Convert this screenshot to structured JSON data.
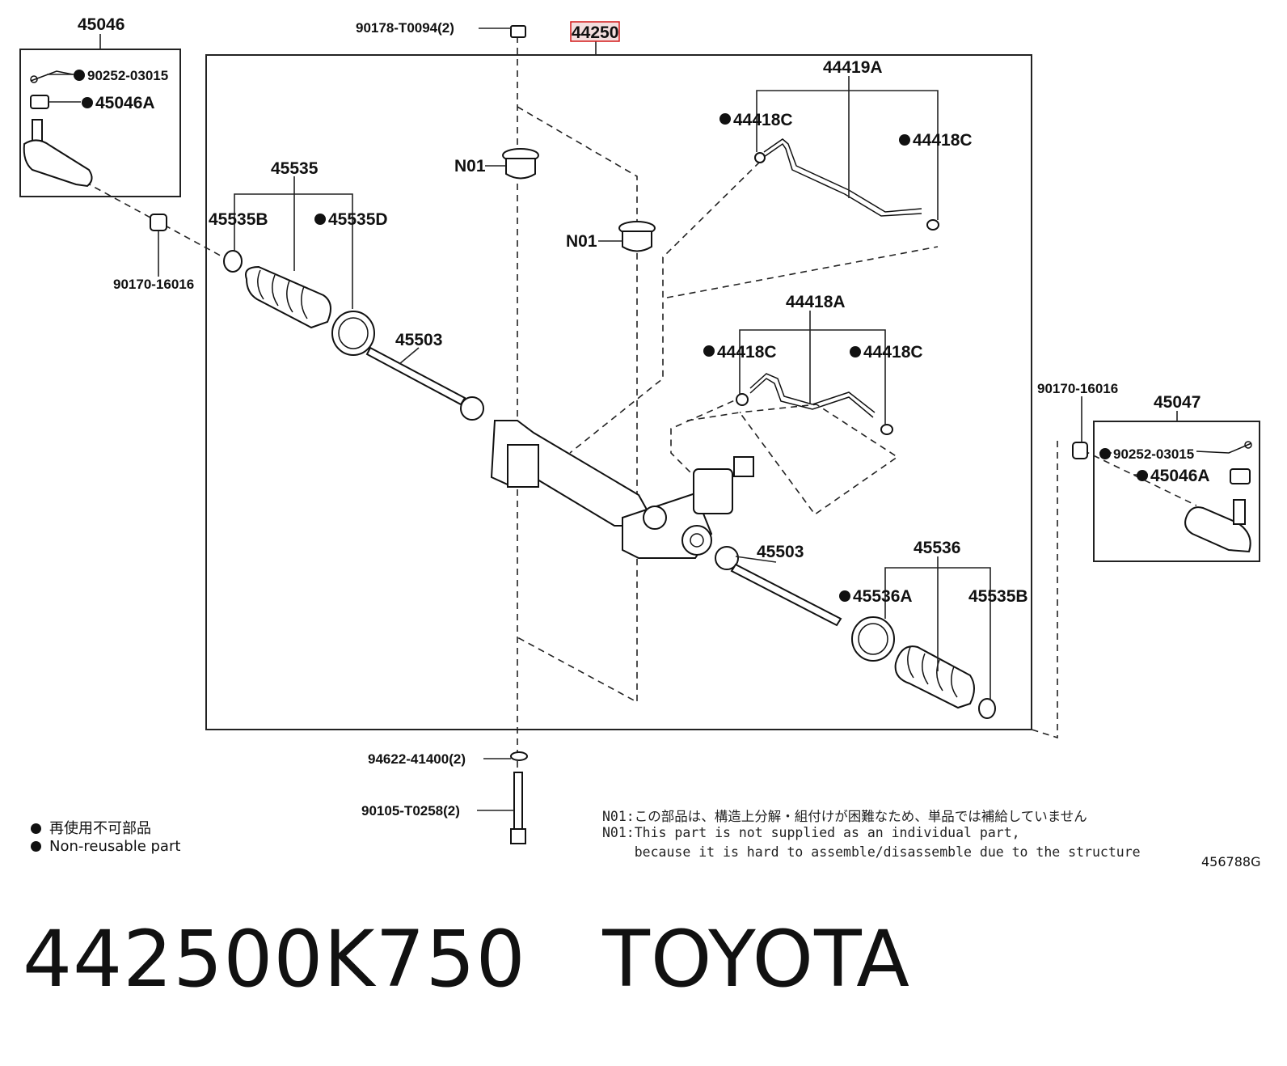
{
  "diagram": {
    "main_part": "44250",
    "labels": {
      "p45046": "45046",
      "p90252_l": "90252-03015",
      "p45046A_l": "45046A",
      "p90170_l": "90170-16016",
      "p90178": "90178-T0094(2)",
      "pN01_a": "N01",
      "pN01_b": "N01",
      "p45535": "45535",
      "p45535B_l": "45535B",
      "p45535D": "45535D",
      "p45503_l": "45503",
      "p44419A": "44419A",
      "p44418C_1": "44418C",
      "p44418C_2": "44418C",
      "p44418A": "44418A",
      "p44418C_3": "44418C",
      "p44418C_4": "44418C",
      "p90170_r": "90170-16016",
      "p45047": "45047",
      "p90252_r": "90252-03015",
      "p45046A_r": "45046A",
      "p45503_r": "45503",
      "p45536": "45536",
      "p45536A": "45536A",
      "p45535B_r": "45535B",
      "p94622": "94622-41400(2)",
      "p90105": "90105-T0258(2)"
    }
  },
  "legend": {
    "jp": "再使用不可部品",
    "en": "Non-reusable part"
  },
  "note": {
    "jp": "N01:この部品は、構造上分解・組付けが困難なため、単品では補給していません",
    "en1": "N01:This part is not supplied as an individual part,",
    "en2": "    because it is hard to assemble/disassemble due to the structure"
  },
  "figure_id": "456788G",
  "footer": {
    "part_number": "442500K750",
    "brand": "TOYOTA"
  },
  "colors": {
    "highlight": "#d31919",
    "ink": "#111111"
  }
}
